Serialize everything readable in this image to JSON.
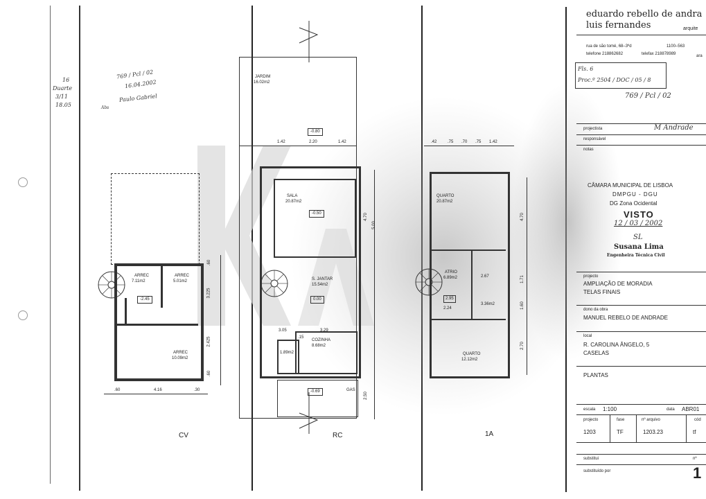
{
  "plans": {
    "cv": {
      "label": "CV",
      "rooms": [
        {
          "name": "ARREC",
          "area": "7.11m2"
        },
        {
          "name": "ARREC",
          "area": "5.01m2"
        },
        {
          "name": "ARREC",
          "area": "10.09m2"
        }
      ],
      "level": "-2.45",
      "dims_bottom": [
        ".60",
        "4.16",
        ".30"
      ],
      "dims_right": [
        ".60",
        "3.225",
        "2.425",
        ".60"
      ]
    },
    "rc": {
      "label": "RC",
      "rooms": [
        {
          "name": "JARDIM",
          "area": "16.02m2"
        },
        {
          "name": "SALA",
          "area": "20.87m2"
        },
        {
          "name": "S. JANTAR",
          "area": "15.54m2"
        },
        {
          "name": "COZINHA",
          "area": "8.68m2"
        },
        {
          "name": "",
          "area": "1.89m2"
        }
      ],
      "levels": [
        "-0.80",
        "-0.50",
        "0.00",
        "-0.69"
      ],
      "dims_top": [
        "1.42",
        "2.20",
        "1.42"
      ],
      "dims_right": [
        "4.70",
        "5.00",
        "2.50"
      ],
      "misc": [
        "3.29",
        "3.05",
        ".15",
        "GAS"
      ]
    },
    "p1a": {
      "label": "1A",
      "rooms": [
        {
          "name": "QUARTO",
          "area": "20.87m2"
        },
        {
          "name": "ATRIO",
          "area": "6.89m2"
        },
        {
          "name": "QUARTO",
          "area": "12.12m2"
        }
      ],
      "dims_top": [
        ".42",
        ".75",
        ".70",
        ".75",
        "1.42"
      ],
      "dims_right": [
        "4.70",
        "1.71",
        "1.60",
        "2.70"
      ],
      "misc": [
        "2.95",
        "2.24",
        "3.36m2",
        "2.67"
      ]
    }
  },
  "annotations": {
    "left_note": [
      "16",
      "Duarte",
      "3/11",
      "18.05"
    ],
    "top_note": [
      "769 / Pcl / 02",
      "16.04.2002",
      "Paulo Gabriel"
    ],
    "misc": "Abs"
  },
  "title_block": {
    "firm_name_1": "eduardo rebello de andra",
    "firm_name_2": "luis fernandes",
    "firm_role": "arquite",
    "address": "rua de são tomé, 68–3ºd",
    "postal": "1100–563",
    "telephone": "telefone 218862682",
    "fax": "telefax 218878989",
    "email_stub": "ara",
    "stamp_line_1": "Fls. 6",
    "stamp_line_2": "Proc.º 2504 / DOC / 05 / 8",
    "stamp_line_3": "769 / Pcl / 02",
    "projectista_label": "projectista",
    "projectista_sign": "M Andrade",
    "responsavel_label": "responsável",
    "notas_label": "notas",
    "camara": "CÂMARA MUNICIPAL DE LISBOA",
    "dmpgu": "DMPGU - DGU",
    "dg_zone": "DG Zona Ocidental",
    "visto": "VISTO",
    "visto_date": "12 / 03 / 2002",
    "visto_sign": "SL",
    "engineer_name": "Susana Lima",
    "engineer_title": "Engenheira Técnica Civil",
    "projecto_label": "projecto",
    "projecto_value_1": "AMPLIAÇÃO DE MORADIA",
    "projecto_value_2": "TELAS FINAIS",
    "dono_label": "dono da obra",
    "dono_value": "MANUEL REBELO DE ANDRADE",
    "local_label": "local",
    "local_value_1": "R. CAROLINA ÂNGELO, 5",
    "local_value_2": "CASELAS",
    "desenho_value": "PLANTAS",
    "escala_label": "escala",
    "escala_value": "1:100",
    "data_label": "data",
    "data_value": "ABR01",
    "projecto_col": "projecto",
    "fase_col": "fase",
    "arquivo_col": "nº arquivo",
    "cod_col": "cód",
    "projecto_num": "1203",
    "fase_value": "TF",
    "arquivo_value": "1203.23",
    "cod_value": "tf",
    "substitui_label": "substitui",
    "n_label": "nº",
    "substituido_label": "substituído por",
    "sheet_number": "1"
  },
  "colors": {
    "ink": "#222222",
    "watermark": "#d9d9d9",
    "background": "#ffffff"
  }
}
